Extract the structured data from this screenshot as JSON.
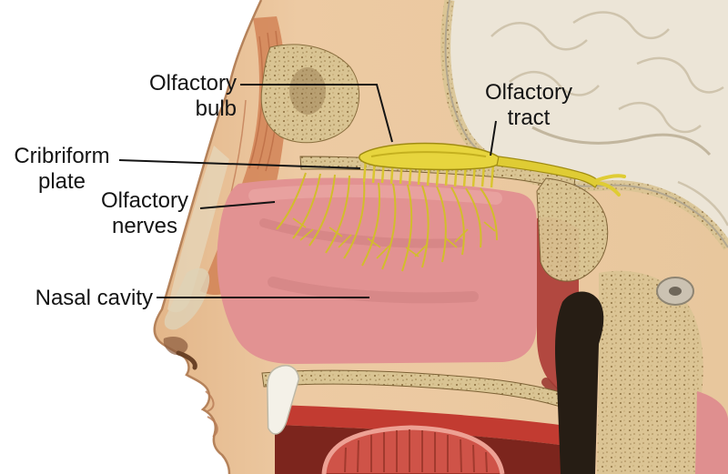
{
  "diagram": {
    "labels": {
      "olfactory_bulb": "Olfactory\nbulb",
      "olfactory_tract": "Olfactory\ntract",
      "cribriform_plate": "Cribriform\nplate",
      "olfactory_nerves": "Olfactory\nnerves",
      "nasal_cavity": "Nasal cavity"
    },
    "colors": {
      "olfactory_structures_yellow": "#e0cc35",
      "nasal_cavity_pink": "#e29292",
      "bone_tan": "#d9c493",
      "skin_tone": "#edcaa3",
      "brain_beige": "#ece5d7",
      "label_text": "#141414"
    }
  }
}
